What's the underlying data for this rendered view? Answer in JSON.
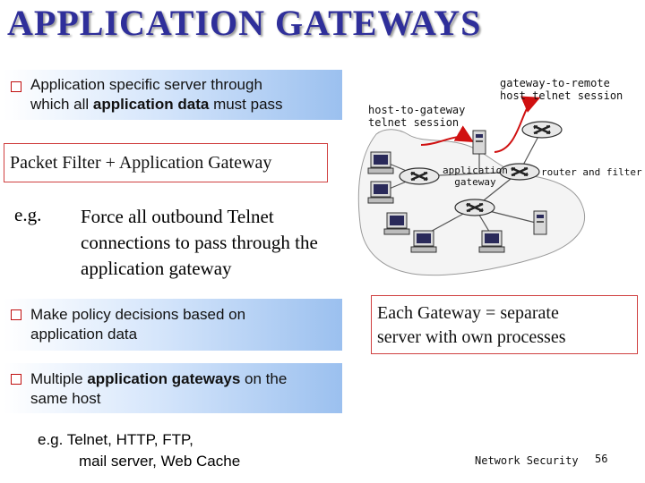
{
  "title": "APPLICATION GATEWAYS",
  "bullet1": {
    "line1": "Application specific server through",
    "line2_pre": "which all ",
    "line2_bold": "application data",
    "line2_post": " must pass"
  },
  "packet_filter_box": "Packet Filter + Application Gateway",
  "example1": {
    "eg": "e.g.",
    "lines": [
      "Force all outbound Telnet",
      "connections to pass through the",
      "application gateway"
    ]
  },
  "bullet2": {
    "line1": "Make policy decisions based on",
    "line2": "application data"
  },
  "gateway_box": {
    "line1": "Each Gateway = separate",
    "line2": "server with own processes"
  },
  "bullet3": {
    "pre": "Multiple ",
    "bold": "application gateways",
    "post": " on the",
    "line2": "same host"
  },
  "example2": {
    "line1": "e.g. Telnet, HTTP, FTP,",
    "line2": "mail server, Web Cache"
  },
  "diagram": {
    "label_remote_line1": "gateway-to-remote",
    "label_remote_line2": "host telnet session",
    "label_host_line1": "host-to-gateway",
    "label_host_line2": "telnet session",
    "label_app_line1": "application",
    "label_app_line2": "gateway",
    "label_router": "router and filter"
  },
  "footer": "Network Security",
  "page_number": "56",
  "colors": {
    "title": "#2f2f9a",
    "bullet_border": "#c01010",
    "box_border": "#d04040",
    "band_end": "#9bc0ef",
    "arrow": "#d01010"
  }
}
